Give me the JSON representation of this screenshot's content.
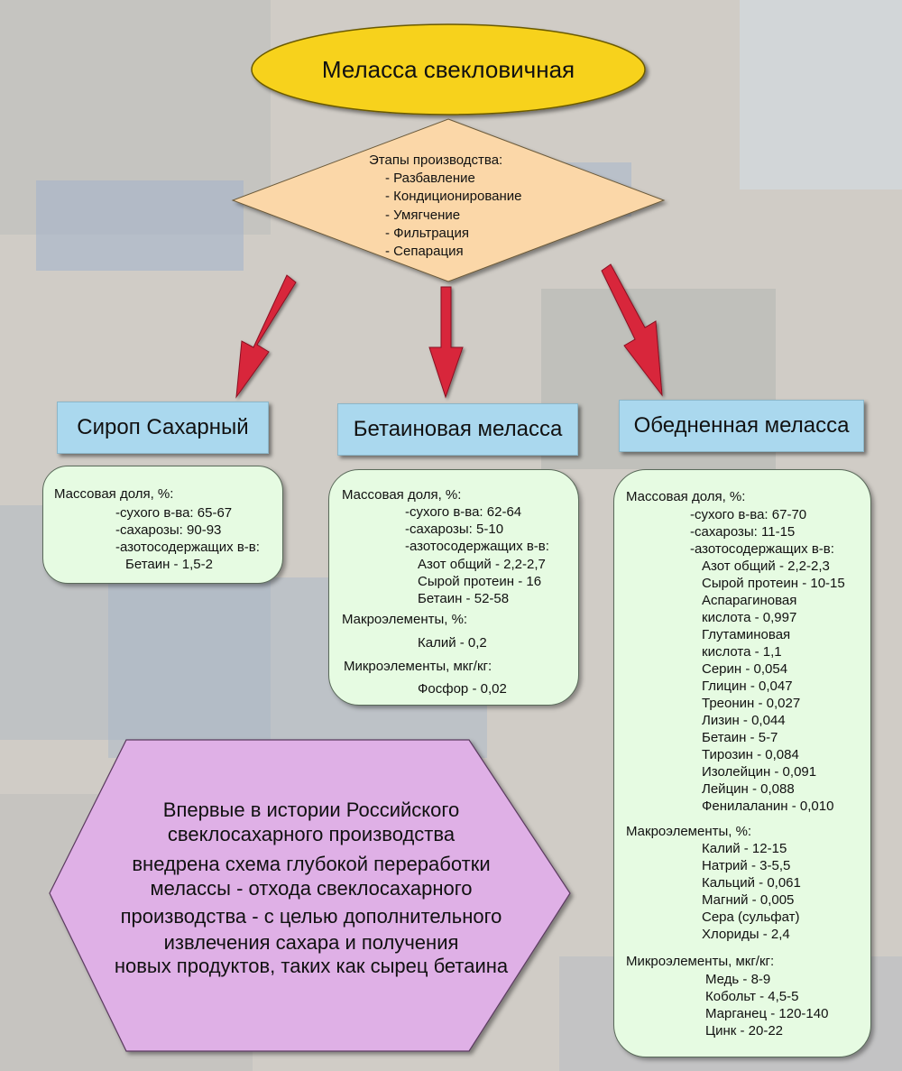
{
  "title": "Меласса свекловичная",
  "stages": {
    "heading": "Этапы производства:",
    "items": [
      "- Разбавление",
      "- Кондиционирование",
      "- Умягчение",
      "- Фильтрация",
      "- Сепарация"
    ]
  },
  "boxes": {
    "left": "Сироп Сахарный",
    "middle": "Бетаиновая меласса",
    "right": "Обедненная меласса"
  },
  "left_info": {
    "heading": "Массовая доля, %:",
    "lines": [
      "-сухого в-ва: 65-67",
      "-сахарозы: 90-93",
      "-азотосодержащих в-в:",
      "Бетаин - 1,5-2"
    ]
  },
  "middle_info": {
    "heading": "Массовая доля, %:",
    "lines": [
      "-сухого в-ва: 62-64",
      "-сахарозы: 5-10",
      "-азотосодержащих в-в:",
      "Азот общий - 2,2-2,7",
      "Сырой протеин - 16",
      "Бетаин - 52-58"
    ],
    "macro_heading": "Макроэлементы, %:",
    "macro": [
      "Калий - 0,2"
    ],
    "micro_heading": "Микроэлементы, мкг/кг:",
    "micro": [
      "Фосфор - 0,02"
    ]
  },
  "right_info": {
    "heading": "Массовая доля, %:",
    "lines": [
      "-сухого в-ва: 67-70",
      "-сахарозы: 11-15",
      "-азотосодержащих в-в:"
    ],
    "nitrogen": [
      "Азот общий - 2,2-2,3",
      "Сырой протеин - 10-15",
      "Аспарагиновая",
      "кислота - 0,997",
      "Глутаминовая",
      "кислота - 1,1",
      "Серин - 0,054",
      "Глицин - 0,047",
      "Треонин - 0,027",
      "Лизин - 0,044",
      "Бетаин - 5-7",
      "Тирозин - 0,084",
      "Изолейцин - 0,091",
      "Лейцин - 0,088",
      "Фенилаланин - 0,010"
    ],
    "macro_heading": "Макроэлементы, %:",
    "macro": [
      "Калий - 12-15",
      "Натрий - 3-5,5",
      "Кальций - 0,061",
      "Магний - 0,005",
      "Сера (сульфат)",
      "Хлориды - 2,4"
    ],
    "micro_heading": "Микроэлементы, мкг/кг:",
    "micro": [
      "Медь - 8-9",
      "Кобольт - 4,5-5",
      "Марганец - 120-140",
      "Цинк - 20-22"
    ]
  },
  "note": {
    "lines": [
      "Впервые в истории Российского",
      "свеклосахарного производства",
      "внедрена схема глубокой переработки",
      "мелассы - отхода свеклосахарного",
      "производства - с целью дополнительного",
      "извлечения сахара и получения",
      "новых продуктов, таких как сырец бетаина"
    ]
  },
  "colors": {
    "title_fill": "#f7d21a",
    "diamond_fill": "#fbd7a8",
    "title_box_fill": "#aad8ee",
    "info_fill": "#e6fbe2",
    "note_fill": "#dfb0e6",
    "arrow": "#d8273b"
  }
}
